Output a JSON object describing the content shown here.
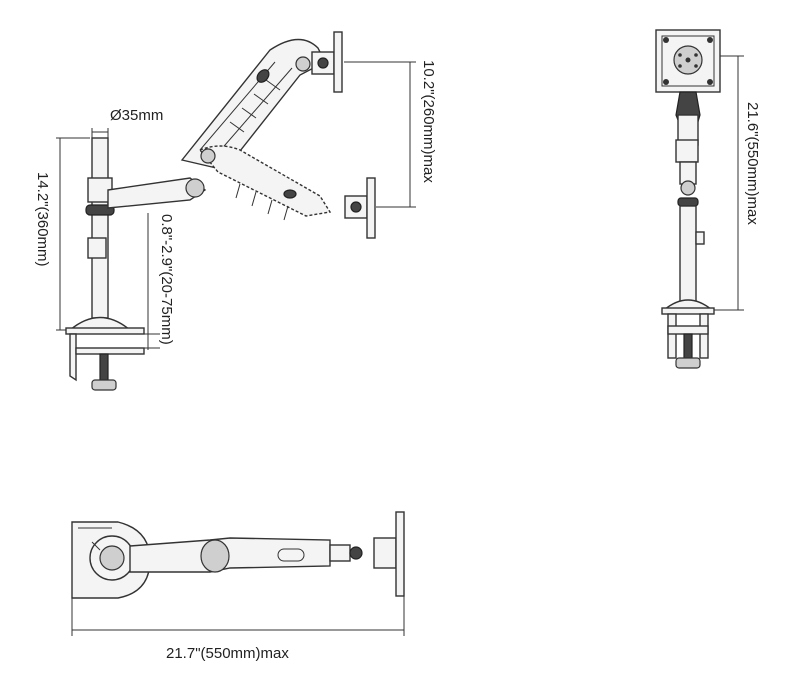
{
  "diagram": {
    "side_view": {
      "pole_diameter": "Ø35mm",
      "pole_height": "14.2\"(360mm)",
      "desk_thickness": "0.8\"-2.9\"(20-75mm)",
      "vertical_travel": "10.2\"(260mm)max"
    },
    "front_view": {
      "height": "21.6\"(550mm)max"
    },
    "top_view": {
      "reach": "21.7\"(550mm)max"
    }
  }
}
